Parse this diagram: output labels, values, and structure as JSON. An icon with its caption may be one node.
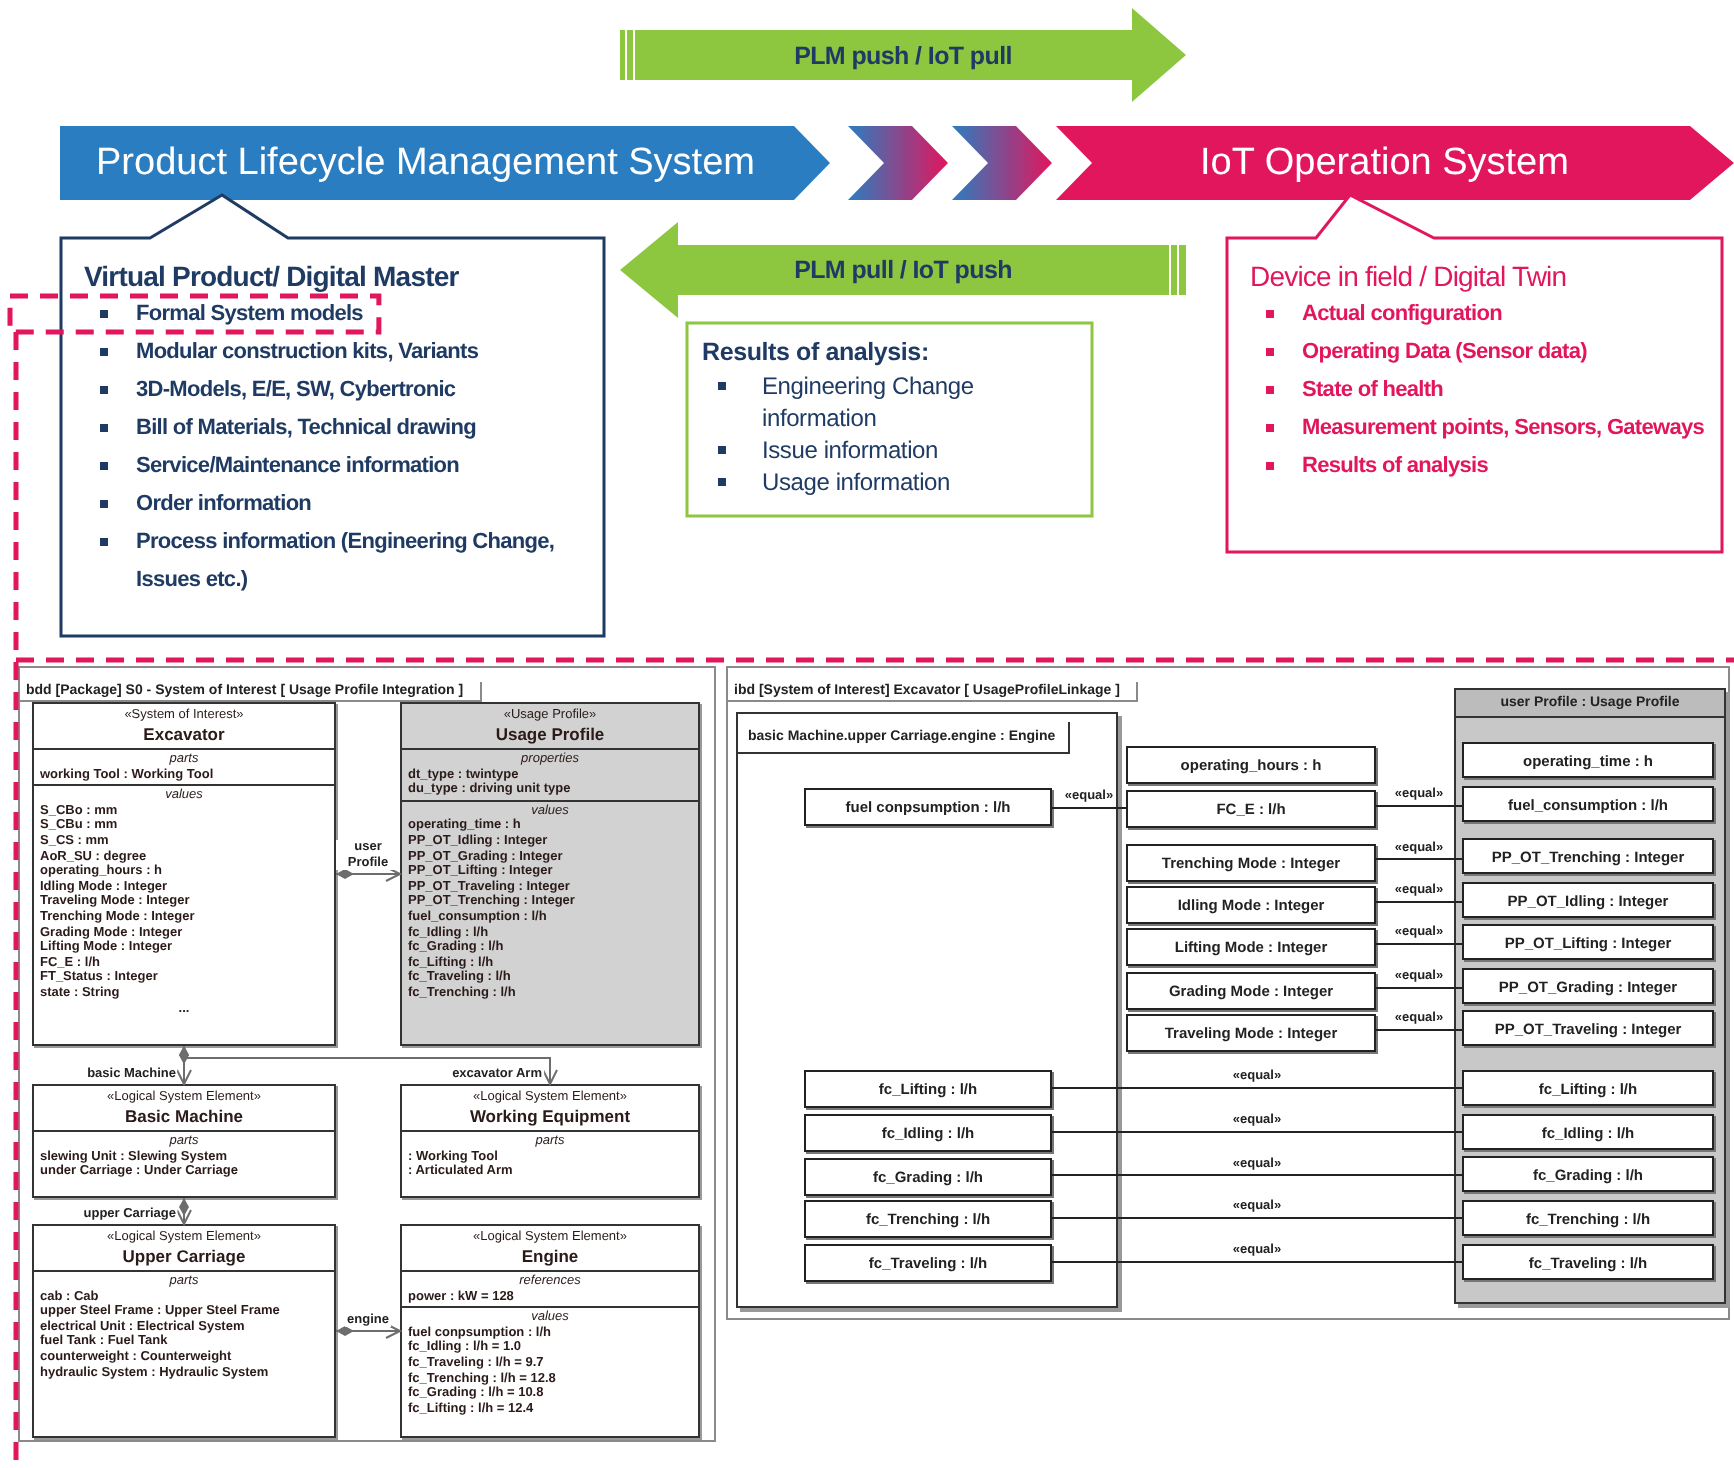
{
  "diagram": {
    "nodes": [
      {
        "text": [
          "Product Lifecycle Management System"
        ]
      },
      {
        "text": [
          "IoT Operation System"
        ]
      },
      {
        "text": [
          "PLM push / IoT pull"
        ]
      },
      {
        "text": [
          "PLM pull / IoT push"
        ]
      },
      {
        "text": [
          "Virtual Product/ Digital Master",
          "Formal System models",
          "Modular construction kits, Variants",
          "3D-Models, E/E, SW, Cybertronic",
          "Bill of Materials, Technical drawing",
          "Service/Maintenance information",
          "Order information",
          "Process information (Engineering Change, Issues etc.)"
        ]
      },
      {
        "text": [
          "Results of analysis:",
          "Engineering Change information",
          "Issue information",
          "Usage information"
        ]
      },
      {
        "text": [
          "Device in field / Digital Twin",
          "Actual configuration",
          "Operating Data (Sensor data)",
          "State of health",
          "Measurement points, Sensors, Gateways",
          "Results of analysis"
        ]
      },
      {
        "text": [
          "bdd [Package] S0 - System of Interest [ Usage Profile Integration ]"
        ]
      },
      {
        "text": [
          "«System of Interest»",
          "Excavator",
          "parts",
          "working Tool : Working Tool",
          "values",
          "S_CBo : mm",
          "S_CBu : mm",
          "S_CS : mm",
          "AoR_SU : degree",
          "operating_hours : h",
          "Idling Mode : Integer",
          "Traveling Mode : Integer",
          "Trenching Mode : Integer",
          "Grading Mode : Integer",
          "Lifting Mode : Integer",
          "FC_E : l/h",
          "FT_Status : Integer",
          "state : String",
          "..."
        ],
        "in": 7
      },
      {
        "text": [
          "«Usage Profile»",
          "Usage Profile",
          "properties",
          "dt_type : twintype",
          "du_type : driving unit type",
          "values",
          "operating_time : h",
          "PP_OT_Idling : Integer",
          "PP_OT_Grading : Integer",
          "PP_OT_Lifting : Integer",
          "PP_OT_Traveling : Integer",
          "PP_OT_Trenching : Integer",
          "fuel_consumption : l/h",
          "fc_Idling : l/h",
          "fc_Grading : l/h",
          "fc_Lifting : l/h",
          "fc_Traveling : l/h",
          "fc_Trenching : l/h"
        ],
        "in": 7
      },
      {
        "text": [
          "«Logical System Element»",
          "Basic Machine",
          "parts",
          "slewing Unit : Slewing System",
          "under Carriage : Under Carriage"
        ],
        "in": 7
      },
      {
        "text": [
          "«Logical System Element»",
          "Working Equipment",
          "parts",
          ": Working Tool",
          ": Articulated Arm"
        ],
        "in": 7
      },
      {
        "text": [
          "«Logical System Element»",
          "Upper Carriage",
          "parts",
          "cab : Cab",
          "upper Steel Frame : Upper Steel Frame",
          "electrical Unit : Electrical System",
          "fuel Tank : Fuel Tank",
          "counterweight : Counterweight",
          "hydraulic System : Hydraulic System"
        ],
        "in": 7
      },
      {
        "text": [
          "«Logical System Element»",
          "Engine",
          "references",
          "power : kW = 128",
          "values",
          "fuel conpsumption : l/h",
          "fc_Idling : l/h = 1.0",
          "fc_Traveling : l/h = 9.7",
          "fc_Trenching : l/h = 12.8",
          "fc_Grading : l/h = 10.8",
          "fc_Lifting : l/h = 12.4"
        ],
        "in": 7
      },
      {
        "text": [
          "ibd [System of Interest] Excavator [ UsageProfileLinkage ]"
        ]
      },
      {
        "text": [
          "basic Machine.upper Carriage.engine : Engine"
        ],
        "in": 14
      },
      {
        "text": [
          "fuel conpsumption : l/h"
        ],
        "in": 15
      },
      {
        "text": [
          "fc_Lifting : l/h"
        ],
        "in": 15
      },
      {
        "text": [
          "fc_Idling : l/h"
        ],
        "in": 15
      },
      {
        "text": [
          "fc_Grading : l/h"
        ],
        "in": 15
      },
      {
        "text": [
          "fc_Trenching : l/h"
        ],
        "in": 15
      },
      {
        "text": [
          "fc_Traveling : l/h"
        ],
        "in": 15
      },
      {
        "text": [
          "operating_hours : h"
        ],
        "in": 14
      },
      {
        "text": [
          "FC_E : l/h"
        ],
        "in": 14
      },
      {
        "text": [
          "Trenching Mode : Integer"
        ],
        "in": 14
      },
      {
        "text": [
          "Idling Mode : Integer"
        ],
        "in": 14
      },
      {
        "text": [
          "Lifting Mode : Integer"
        ],
        "in": 14
      },
      {
        "text": [
          "Grading Mode : Integer"
        ],
        "in": 14
      },
      {
        "text": [
          "Traveling Mode : Integer"
        ],
        "in": 14
      },
      {
        "text": [
          "user Profile : Usage Profile"
        ],
        "in": 14
      },
      {
        "text": [
          "operating_time : h"
        ],
        "in": 29
      },
      {
        "text": [
          "fuel_consumption : l/h"
        ],
        "in": 29
      },
      {
        "text": [
          "PP_OT_Trenching : Integer"
        ],
        "in": 29
      },
      {
        "text": [
          "PP_OT_Idling : Integer"
        ],
        "in": 29
      },
      {
        "text": [
          "PP_OT_Lifting : Integer"
        ],
        "in": 29
      },
      {
        "text": [
          "PP_OT_Grading : Integer"
        ],
        "in": 29
      },
      {
        "text": [
          "PP_OT_Traveling : Integer"
        ],
        "in": 29
      },
      {
        "text": [
          "fc_Lifting : l/h"
        ],
        "in": 29
      },
      {
        "text": [
          "fc_Idling : l/h"
        ],
        "in": 29
      },
      {
        "text": [
          "fc_Grading : l/h"
        ],
        "in": 29
      },
      {
        "text": [
          "fc_Trenching : l/h"
        ],
        "in": 29
      },
      {
        "text": [
          "fc_Traveling : l/h"
        ],
        "in": 29
      }
    ],
    "edges": [
      {
        "from": 8,
        "to": 9,
        "arrow": "to",
        "label": "user Profile"
      },
      {
        "from": 8,
        "to": 10,
        "arrow": "to",
        "label": "basic Machine"
      },
      {
        "from": 8,
        "to": 11,
        "arrow": "to",
        "label": "excavator Arm"
      },
      {
        "from": 10,
        "to": 12,
        "arrow": "to",
        "label": "upper Carriage"
      },
      {
        "from": 12,
        "to": 13,
        "arrow": "to",
        "label": "engine"
      },
      {
        "from": 16,
        "to": 23,
        "arrow": "none",
        "label": "«equal»"
      },
      {
        "from": 23,
        "to": 31,
        "arrow": "none",
        "label": "«equal»"
      },
      {
        "from": 24,
        "to": 32,
        "arrow": "none",
        "label": "«equal»"
      },
      {
        "from": 25,
        "to": 33,
        "arrow": "none",
        "label": "«equal»"
      },
      {
        "from": 26,
        "to": 34,
        "arrow": "none",
        "label": "«equal»"
      },
      {
        "from": 27,
        "to": 35,
        "arrow": "none",
        "label": "«equal»"
      },
      {
        "from": 28,
        "to": 36,
        "arrow": "none",
        "label": "«equal»"
      },
      {
        "from": 17,
        "to": 37,
        "arrow": "none",
        "label": "«equal»"
      },
      {
        "from": 18,
        "to": 38,
        "arrow": "none",
        "label": "«equal»"
      },
      {
        "from": 19,
        "to": 39,
        "arrow": "none",
        "label": "«equal»"
      },
      {
        "from": 20,
        "to": 40,
        "arrow": "none",
        "label": "«equal»"
      },
      {
        "from": 21,
        "to": 41,
        "arrow": "none",
        "label": "«equal»"
      }
    ]
  }
}
